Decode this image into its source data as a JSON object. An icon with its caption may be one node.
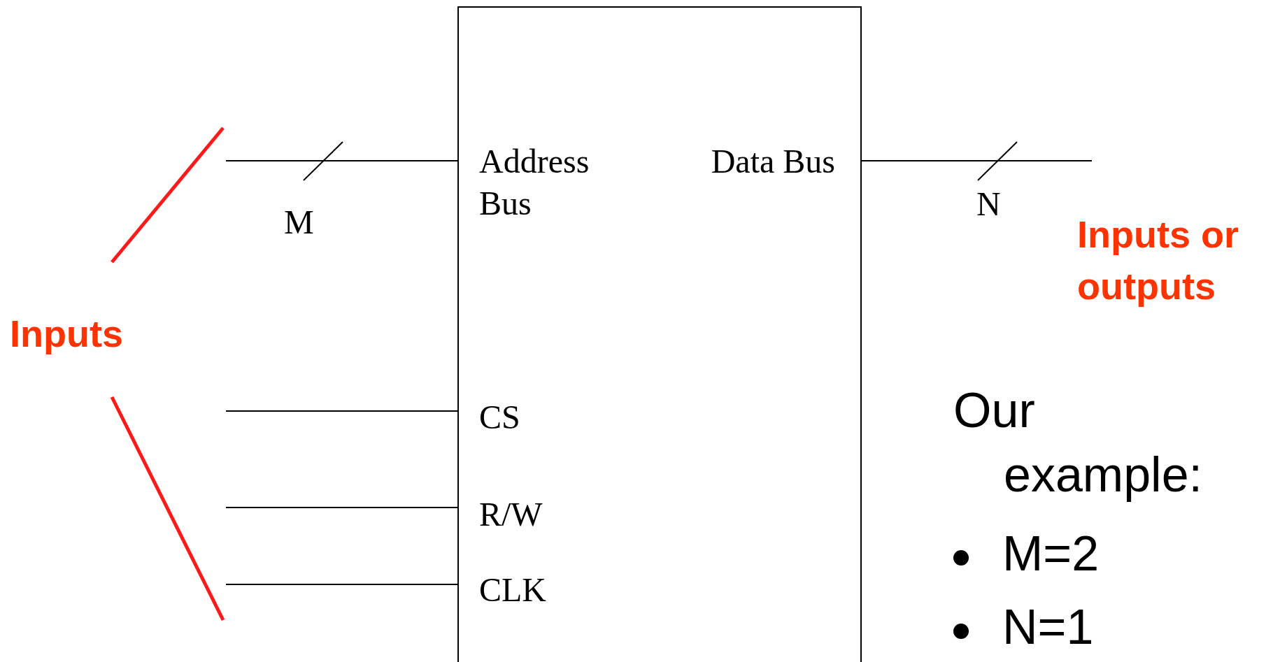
{
  "diagram": {
    "nodes": [
      {
        "text": [],
        "shape": "box"
      },
      {
        "text": [
          "Address Bus"
        ],
        "in": 0
      },
      {
        "text": [
          "Data Bus"
        ],
        "in": 0
      },
      {
        "text": [
          "CS"
        ],
        "in": 0
      },
      {
        "text": [
          "R/W"
        ],
        "in": 0
      },
      {
        "text": [
          "CLK"
        ],
        "in": 0
      }
    ],
    "edges": [
      {
        "from": null,
        "to": 1,
        "arrow": "none"
      },
      {
        "from": 2,
        "to": null,
        "arrow": "none"
      },
      {
        "from": null,
        "to": 3,
        "arrow": "none"
      },
      {
        "from": null,
        "to": 4,
        "arrow": "none"
      },
      {
        "from": null,
        "to": 5,
        "arrow": "none"
      }
    ],
    "labels": [
      "M",
      "N",
      "Inputs",
      "Inputs or outputs",
      "Our example:",
      "M=2",
      "N=1"
    ]
  }
}
